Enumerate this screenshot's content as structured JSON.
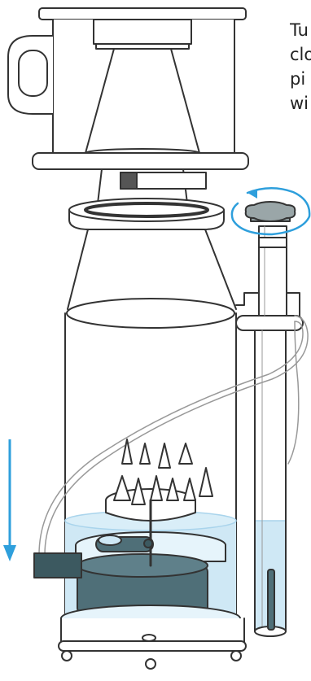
{
  "instruction": {
    "lines": [
      "Tu",
      "clo",
      "pi",
      "wi"
    ]
  },
  "colors": {
    "outline": "#333333",
    "water": "#cfe8f5",
    "water_edge": "#a9d4ec",
    "arrow": "#2e9fdc",
    "pump": "#4f6f78",
    "pump_dark": "#3c5960",
    "knob": "#8e9a9c",
    "ring": "#2e9fdc"
  },
  "icons": {
    "rotate_arrow": "rotate-counterclockwise-arrow-icon",
    "down_arrow": "down-arrow-icon"
  }
}
